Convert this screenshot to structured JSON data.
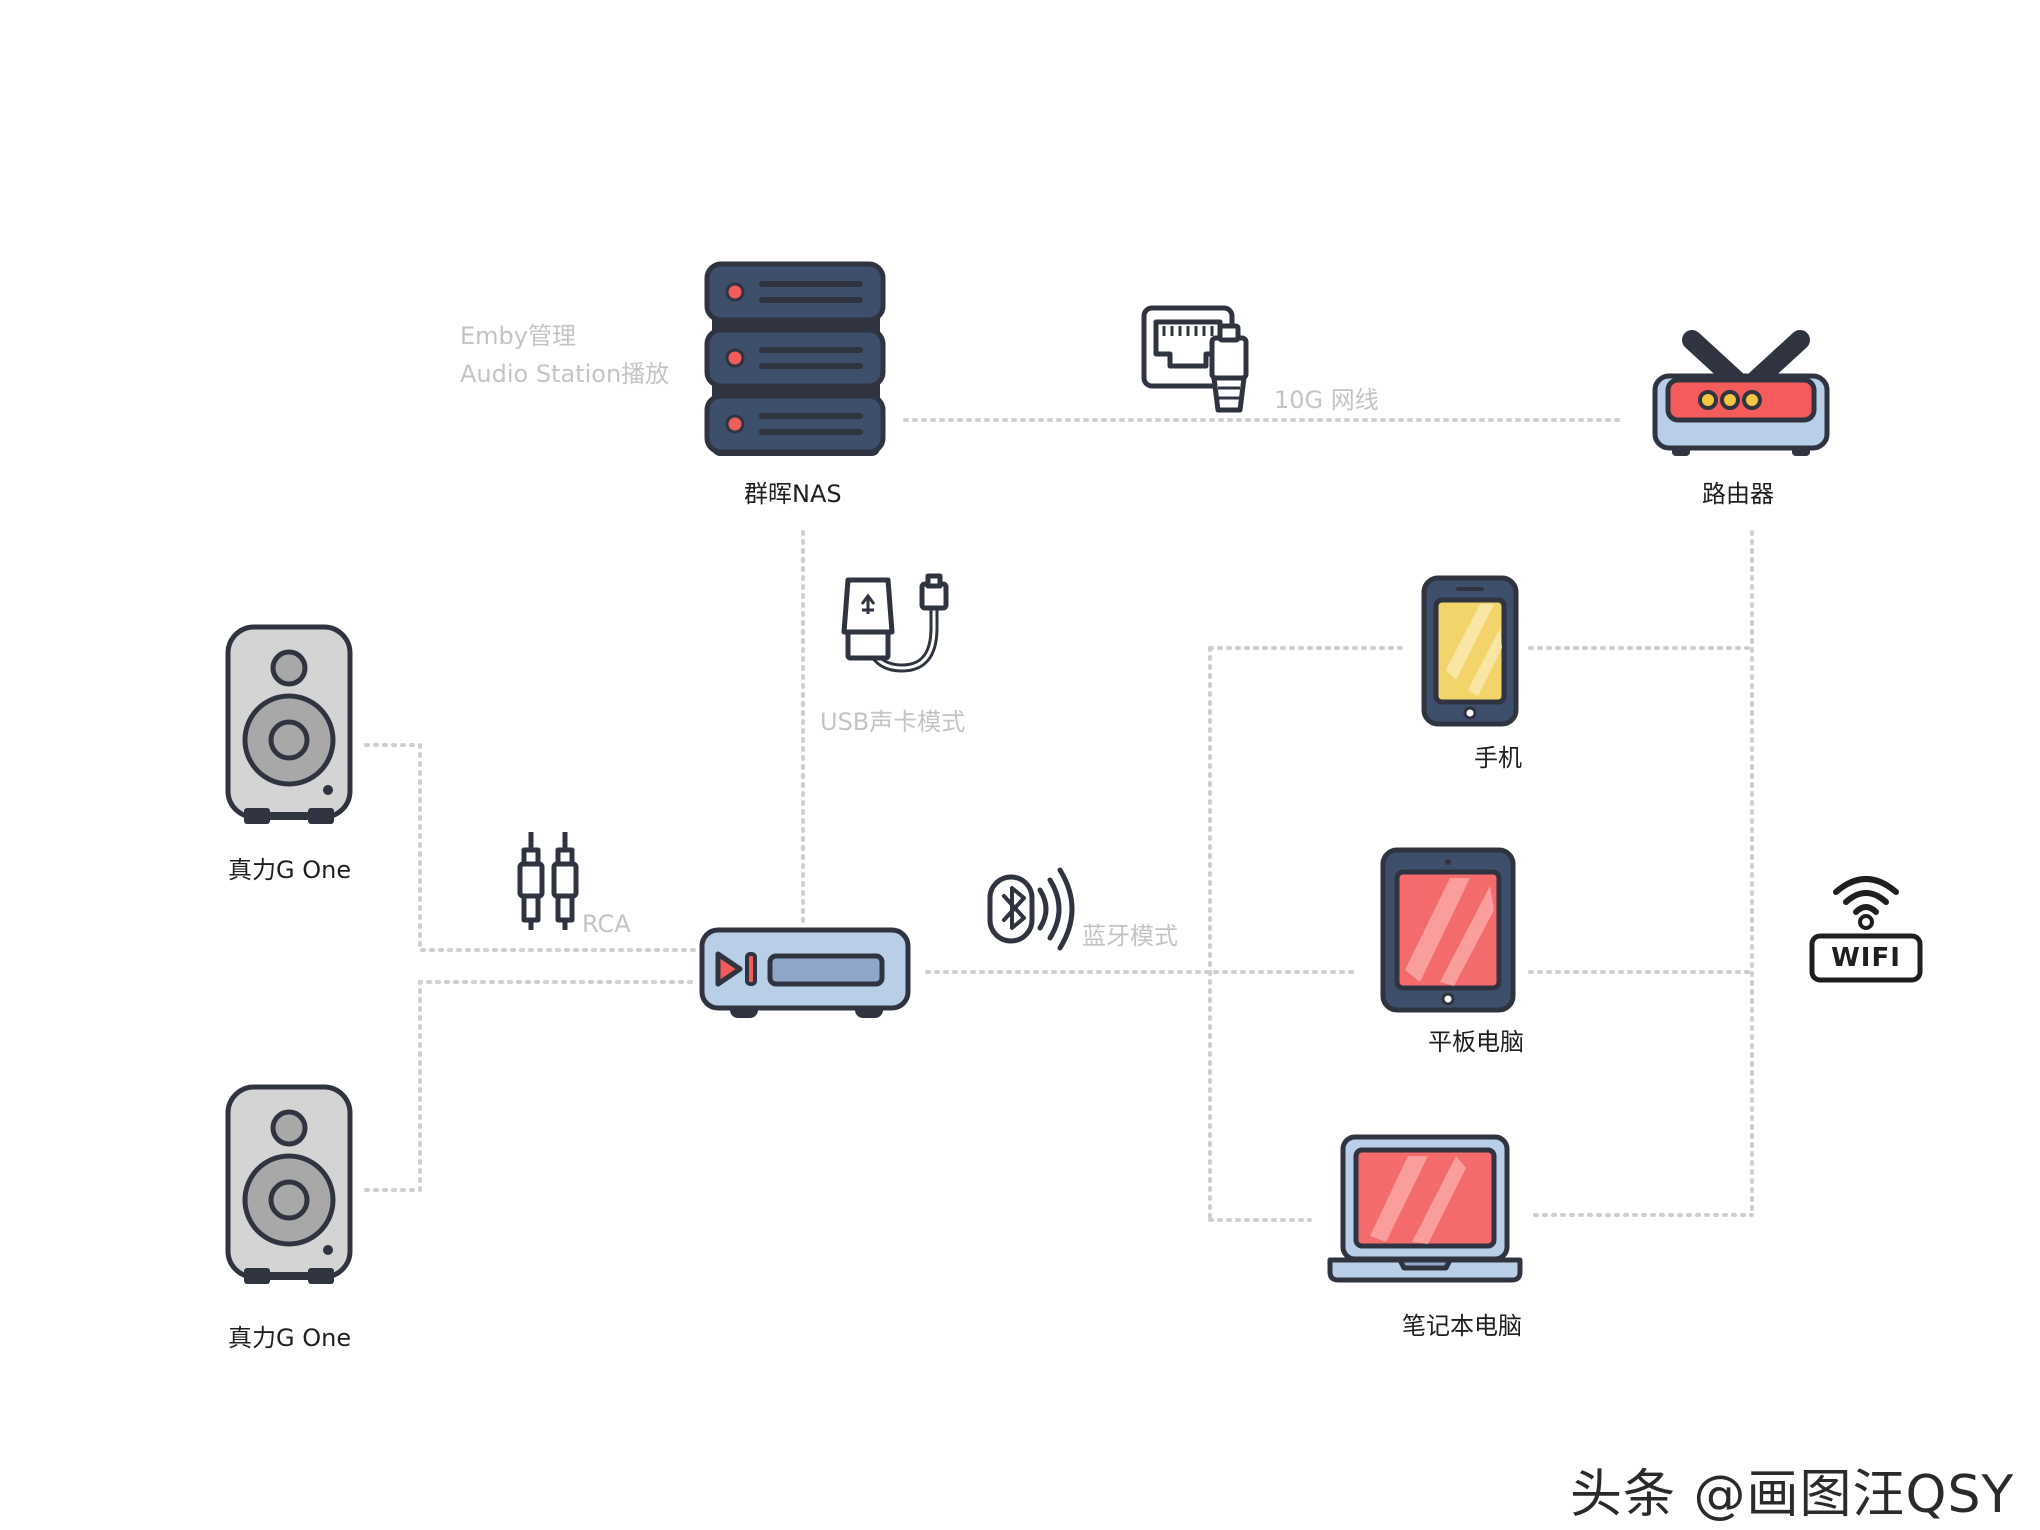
{
  "labels": {
    "nas": "群晖NAS",
    "router": "路由器",
    "speaker_top": "真力G One",
    "speaker_bottom": "真力G One",
    "phone": "手机",
    "tablet": "平板电脑",
    "laptop": "笔记本电脑",
    "wifi": "WIFI"
  },
  "connections": {
    "emby": "Emby管理",
    "audio_station": "Audio Station播放",
    "ten_g": "10G 网线",
    "usb": "USB声卡模式",
    "rca": "RCA",
    "bluetooth": "蓝牙模式"
  },
  "watermark": "头条 @画图汪QSY",
  "colors": {
    "outline": "#2f3440",
    "server": "#3d4f6b",
    "server_led": "#f45b5b",
    "router_red": "#f45b5b",
    "router_led": "#f5c542",
    "player_body": "#b9cfe8",
    "speaker_gray": "#d4d4d4",
    "phone_screen": "#f3d46b",
    "tablet_screen": "#f46b6b",
    "wire": "#cfcfcf"
  }
}
